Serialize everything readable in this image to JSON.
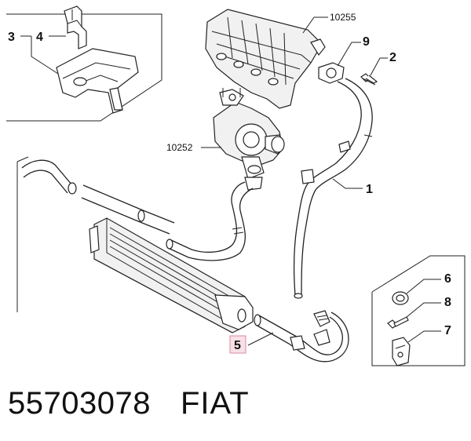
{
  "callouts": {
    "c1": "1",
    "c2": "2",
    "c3": "3",
    "c4": "4",
    "c5": "5",
    "c6": "6",
    "c7": "7",
    "c8": "8",
    "c9": "9",
    "c10255": "10255",
    "c10252": "10252"
  },
  "footer": {
    "part_number": "55703078",
    "brand": "FIAT"
  },
  "colors": {
    "line": "#222222",
    "highlight_box": "#f8e1e6",
    "highlight_border": "#d98aa0"
  }
}
